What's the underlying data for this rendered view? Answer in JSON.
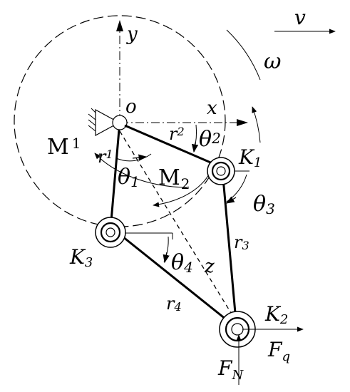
{
  "diagram": {
    "labels": {
      "y": "y",
      "x": "x",
      "o": "o",
      "v": "v",
      "omega": "ω",
      "M": "M",
      "M1_sub": "1",
      "M2": "M",
      "M2_sub": "2",
      "r1": "r",
      "r1_sub": "1",
      "r2": "r",
      "r2_sub": "2",
      "r3": "r",
      "r3_sub": "3",
      "r4": "r",
      "r4_sub": "4",
      "theta1": "θ",
      "theta1_sub": "1",
      "theta2": "θ",
      "theta2_sub": "2",
      "theta3": "θ",
      "theta3_sub": "3",
      "theta4": "θ",
      "theta4_sub": "4",
      "K1": "K",
      "K1_sub": "1",
      "K2": "K",
      "K2_sub": "2",
      "K3": "K",
      "K3_sub": "3",
      "z": "z",
      "Fq": "F",
      "Fq_sub": "q",
      "FN": "F",
      "FN_sub": "N"
    }
  }
}
